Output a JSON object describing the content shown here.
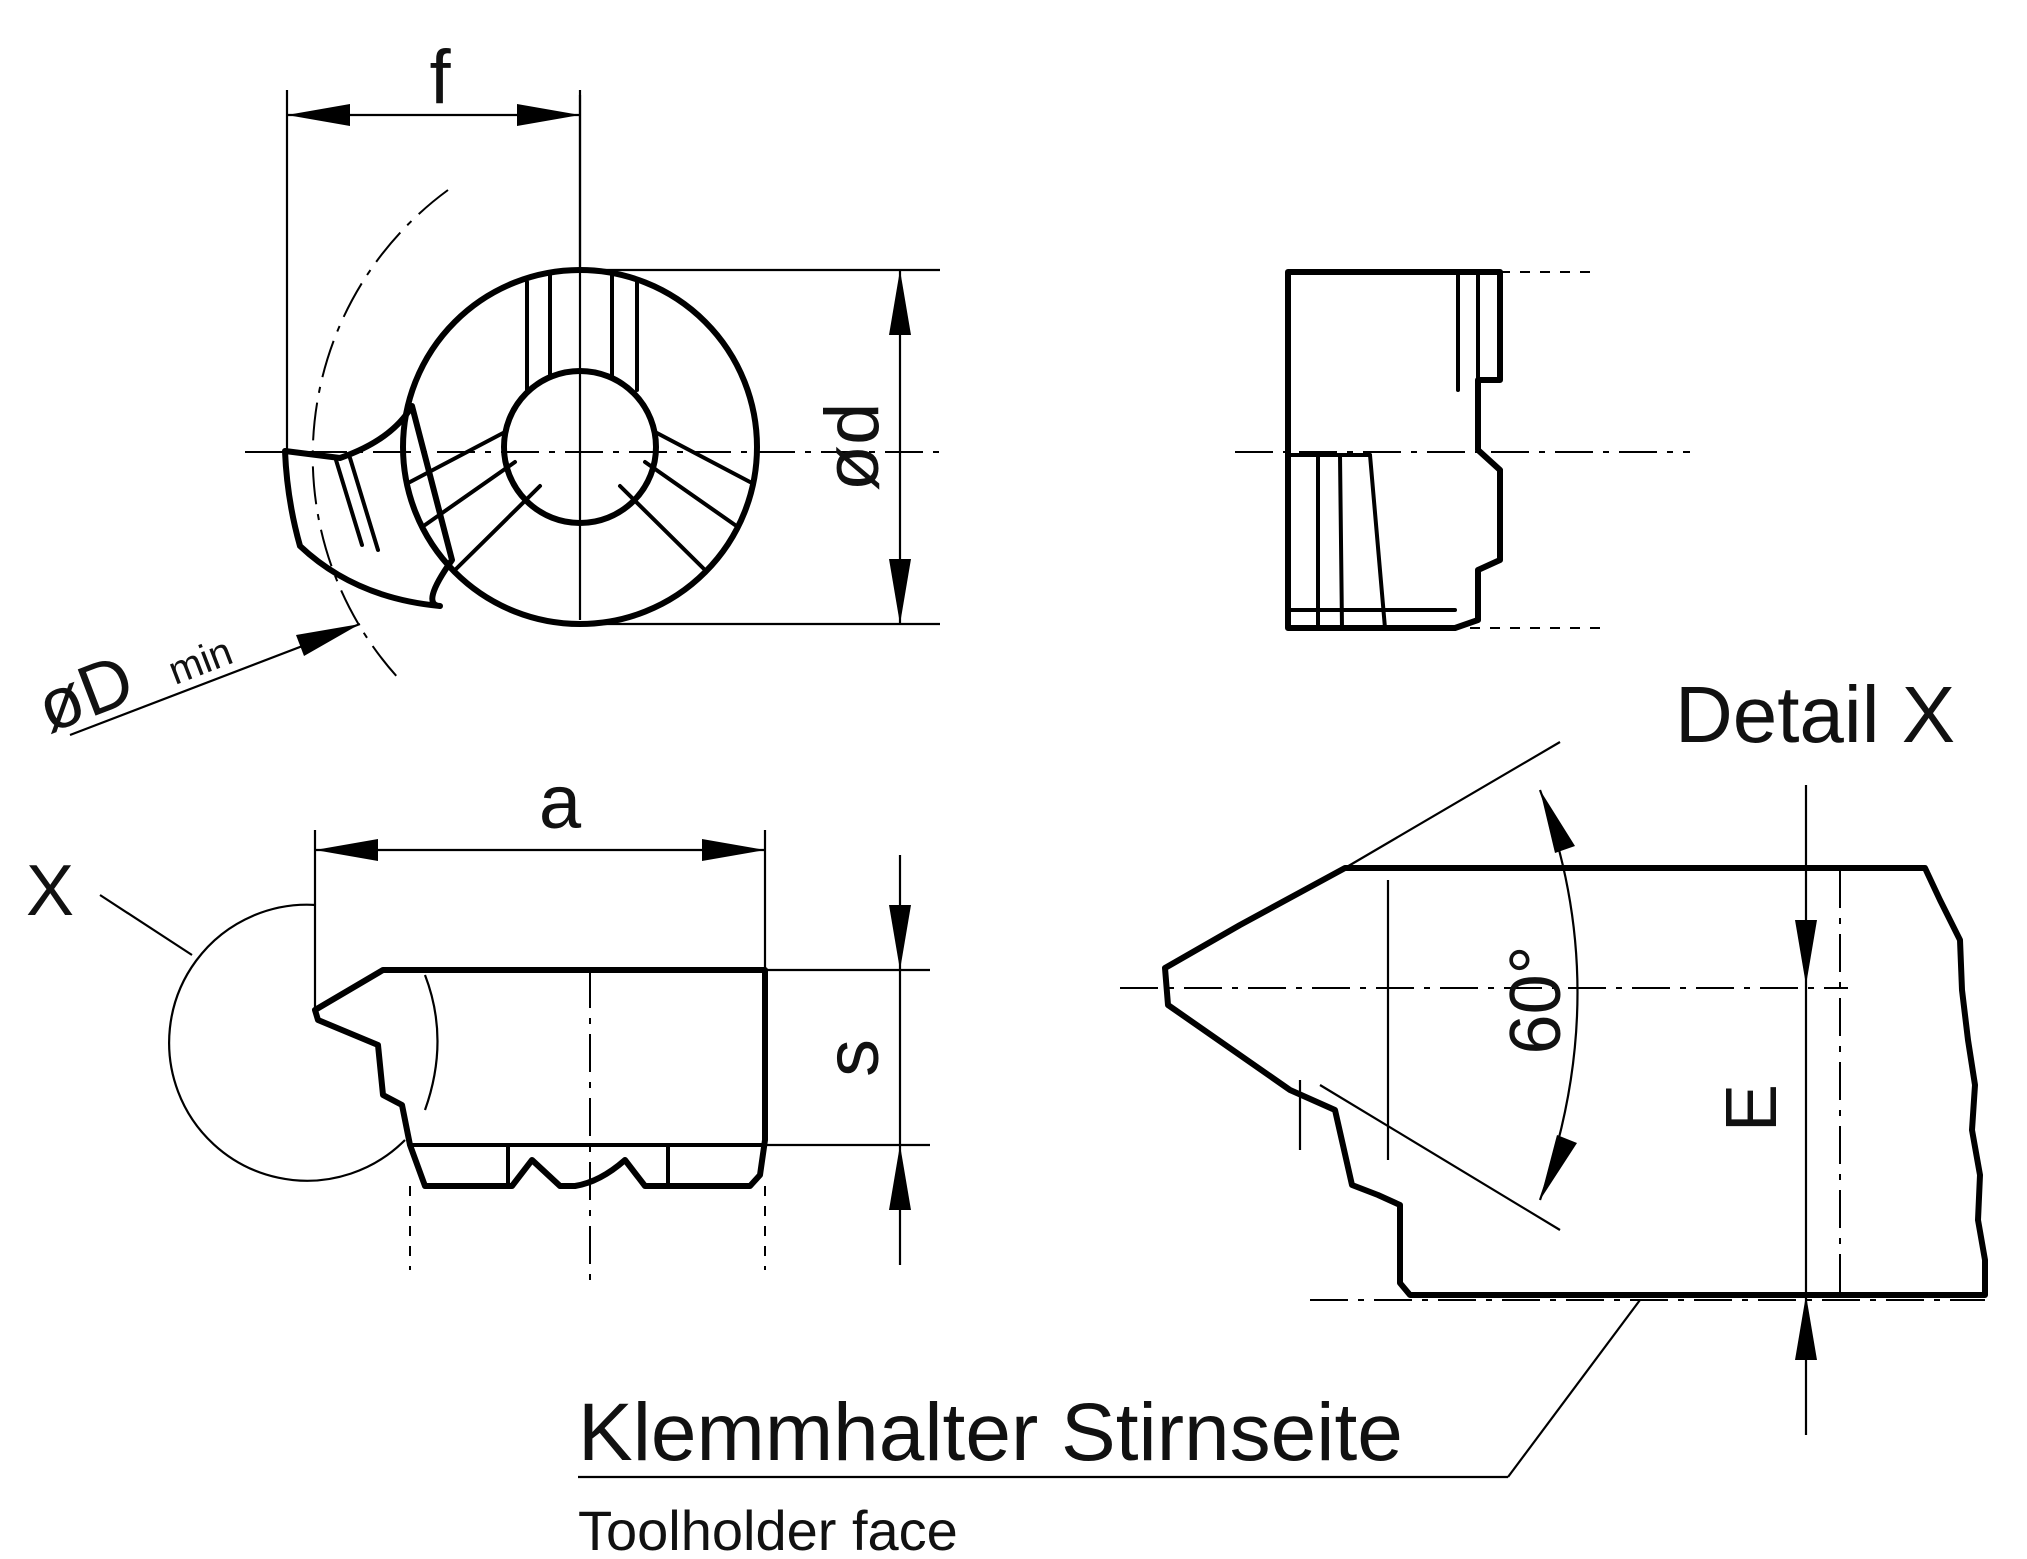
{
  "colors": {
    "insert_fill": "#ffff00",
    "outline": "#000000",
    "background": "#ffffff"
  },
  "labels": {
    "dim_f": "f",
    "dim_d": "ød",
    "dim_D_symbol": "øD",
    "dim_D_subscript": "min",
    "dim_a": "a",
    "dim_s": "s",
    "detail_marker": "X",
    "detail_title": "Detail X",
    "angle": "60°",
    "dim_E": "E",
    "face_de": "Klemmhalter Stirnseite",
    "face_en": "Toolholder face"
  }
}
